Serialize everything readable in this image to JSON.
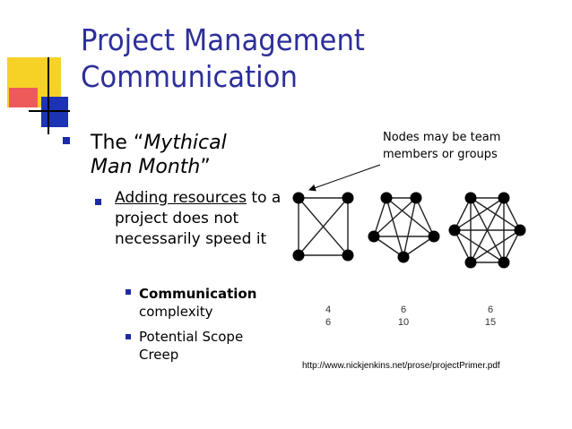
{
  "slide": {
    "title_line1": "Project Management",
    "title_line2": "Communication",
    "bullet1_prefix": "The “",
    "bullet1_italic_a": "Mythical",
    "bullet1_italic_b": "Man Month",
    "bullet1_suffix": "”",
    "bullet2": {
      "underlined": "Adding resources",
      "rest": "to a project does not necessarily speed it"
    },
    "bullet3": {
      "bold": "Communication",
      "rest": "complexity"
    },
    "bullet4": "Potential Scope Creep",
    "callout": {
      "line1": "Nodes may be team",
      "line2": "members or groups"
    },
    "graphs": [
      {
        "nodes": "4",
        "links": "6"
      },
      {
        "nodes": "6",
        "links": "10"
      },
      {
        "nodes": "6",
        "links": "15"
      }
    ],
    "source_url": "http://www.nickjenkins.net/prose/projectPrimer.pdf"
  },
  "colors": {
    "title": "#2d2f9b",
    "bullet": "#1c2aa6",
    "deco_yellow": "#f6d226",
    "deco_red": "#ee5a5a",
    "deco_blue": "#1c33b5"
  }
}
